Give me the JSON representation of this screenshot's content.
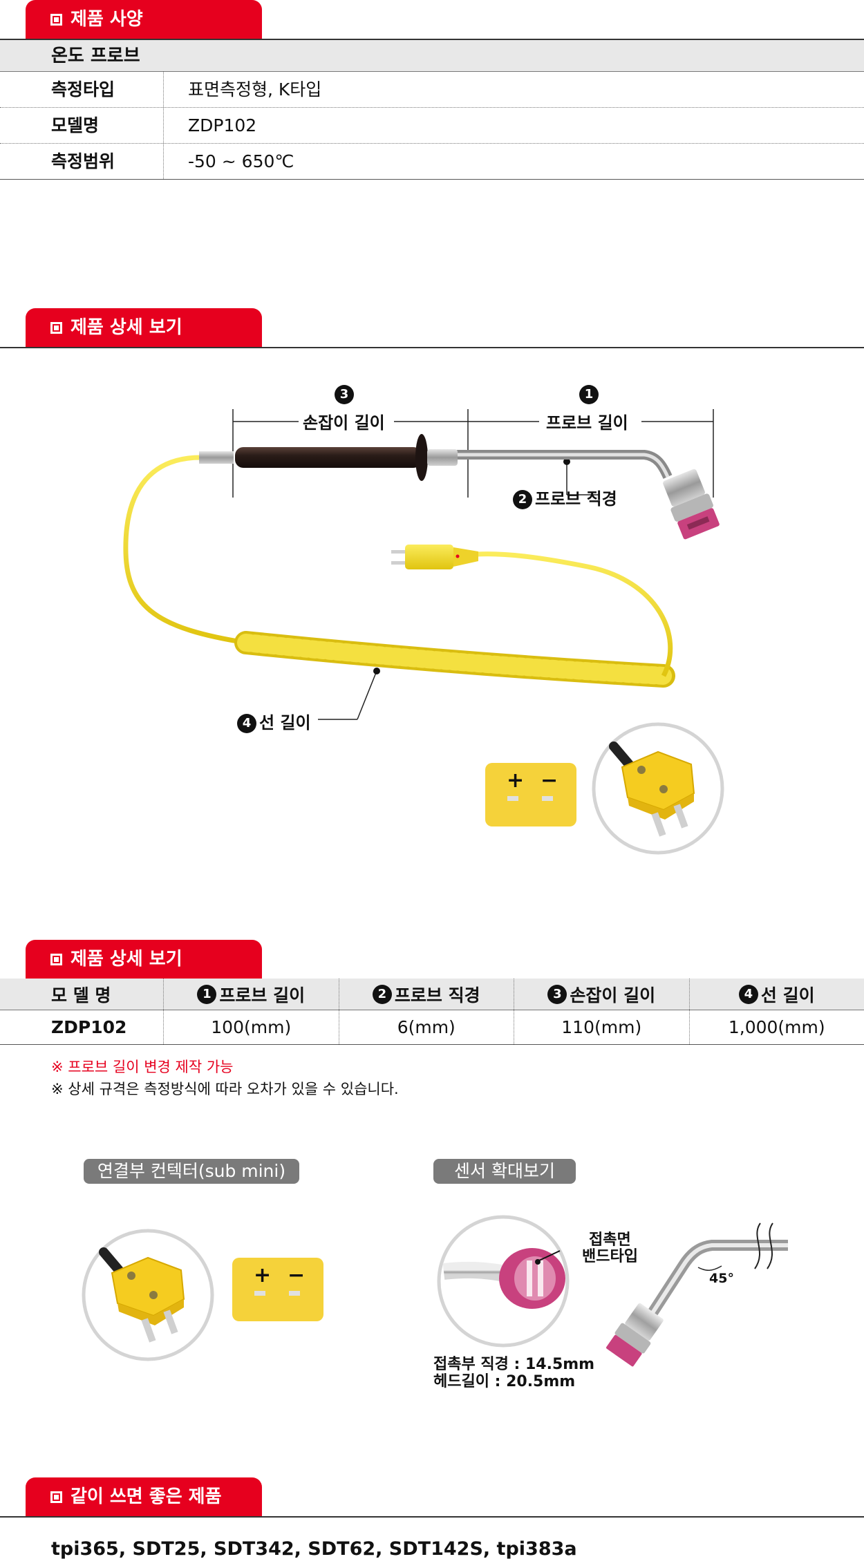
{
  "sections": {
    "spec_title": "제품 사양",
    "detail_title": "제품 상세 보기",
    "size_title": "제품 상세 보기",
    "related_title": "같이 쓰면 좋은 제품"
  },
  "spec": {
    "product": "온도 프로브",
    "rows": [
      {
        "key": "측정타입",
        "value": "표면측정형, K타입"
      },
      {
        "key": "모델명",
        "value": "ZDP102"
      },
      {
        "key": "측정범위",
        "value": "-50 ~ 650℃"
      }
    ]
  },
  "illustration": {
    "label_handle_num": "3",
    "label_handle": "손잡이 길이",
    "label_probe_len_num": "1",
    "label_probe_len": "프로브 길이",
    "label_probe_dia_num": "2",
    "label_probe_dia": "프로브 직경",
    "label_wire_num": "4",
    "label_wire": "선 길이",
    "plus": "+",
    "minus": "−"
  },
  "size_table": {
    "headers": [
      {
        "num": "",
        "text": "모 델 명"
      },
      {
        "num": "1",
        "text": "프로브 길이"
      },
      {
        "num": "2",
        "text": "프로브 직경"
      },
      {
        "num": "3",
        "text": "손잡이 길이"
      },
      {
        "num": "4",
        "text": "선 길이"
      }
    ],
    "row": [
      "ZDP102",
      "100(mm)",
      "6(mm)",
      "110(mm)",
      "1,000(mm)"
    ]
  },
  "notes": {
    "red": "※ 프로브 길이 변경 제작 가능",
    "gray": "※ 상세 규격은 측정방식에 따라 오차가 있을 수 있습니다."
  },
  "connector": {
    "pill": "연결부 컨텍터(sub mini)",
    "plus": "+",
    "minus": "−"
  },
  "sensor": {
    "pill": "센서 확대보기",
    "callout_1": "접촉면",
    "callout_2": "밴드타입",
    "angle": "45°",
    "spec_1": "접촉부 직경 : 14.5mm",
    "spec_2": "헤드길이 : 20.5mm"
  },
  "related": {
    "products": "tpi365, SDT25, SDT342, SDT62, SDT142S, tpi383a"
  },
  "colors": {
    "accent": "#e6001e",
    "cable_yellow": "#f2dc1e",
    "connector_yellow": "#f5d23a",
    "tip_pink": "#c8417e"
  }
}
